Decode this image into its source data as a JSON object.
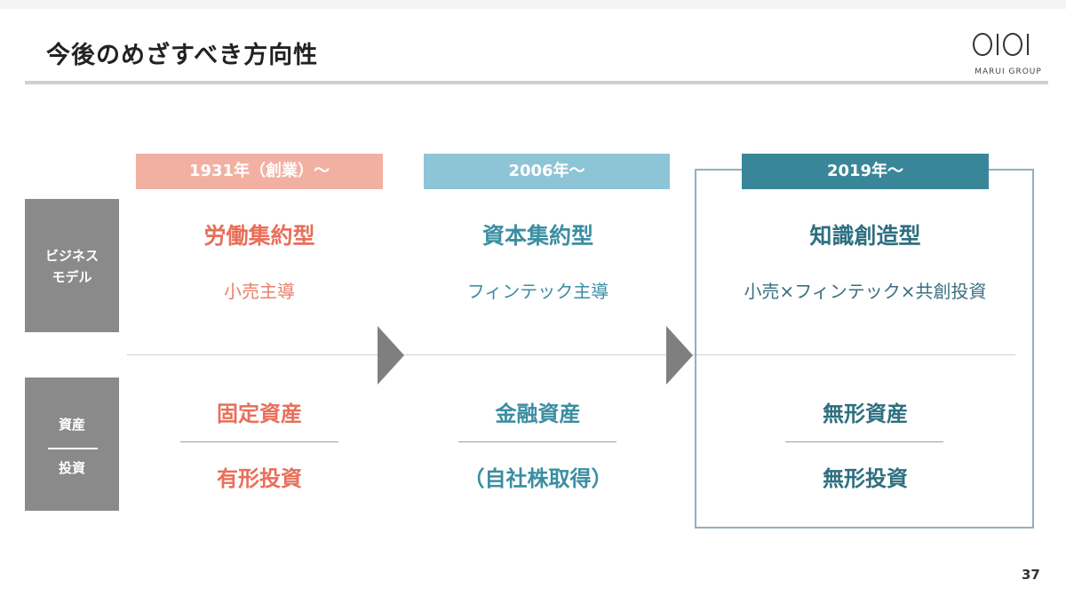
{
  "slide": {
    "title": "今後のめざすべき方向性",
    "logo_text": "MARUI GROUP",
    "page_number": "37"
  },
  "side_labels": {
    "business_model_line1": "ビジネス",
    "business_model_line2": "モデル",
    "asset": "資産",
    "investment": "投資"
  },
  "eras": [
    {
      "header": "1931年（創業）〜",
      "model": "労働集約型",
      "sub": "小売主導",
      "asset": "固定資産",
      "investment": "有形投資",
      "color": "#f2b0a3"
    },
    {
      "header": "2006年〜",
      "model": "資本集約型",
      "sub": "フィンテック主導",
      "asset": "金融資産",
      "investment": "（自社株取得）",
      "color": "#8ec5d6"
    },
    {
      "header": "2019年〜",
      "model": "知識創造型",
      "sub": "小売×フィンテック×共創投資",
      "asset": "無形資産",
      "investment": "無形投資",
      "color": "#3a8699"
    }
  ]
}
